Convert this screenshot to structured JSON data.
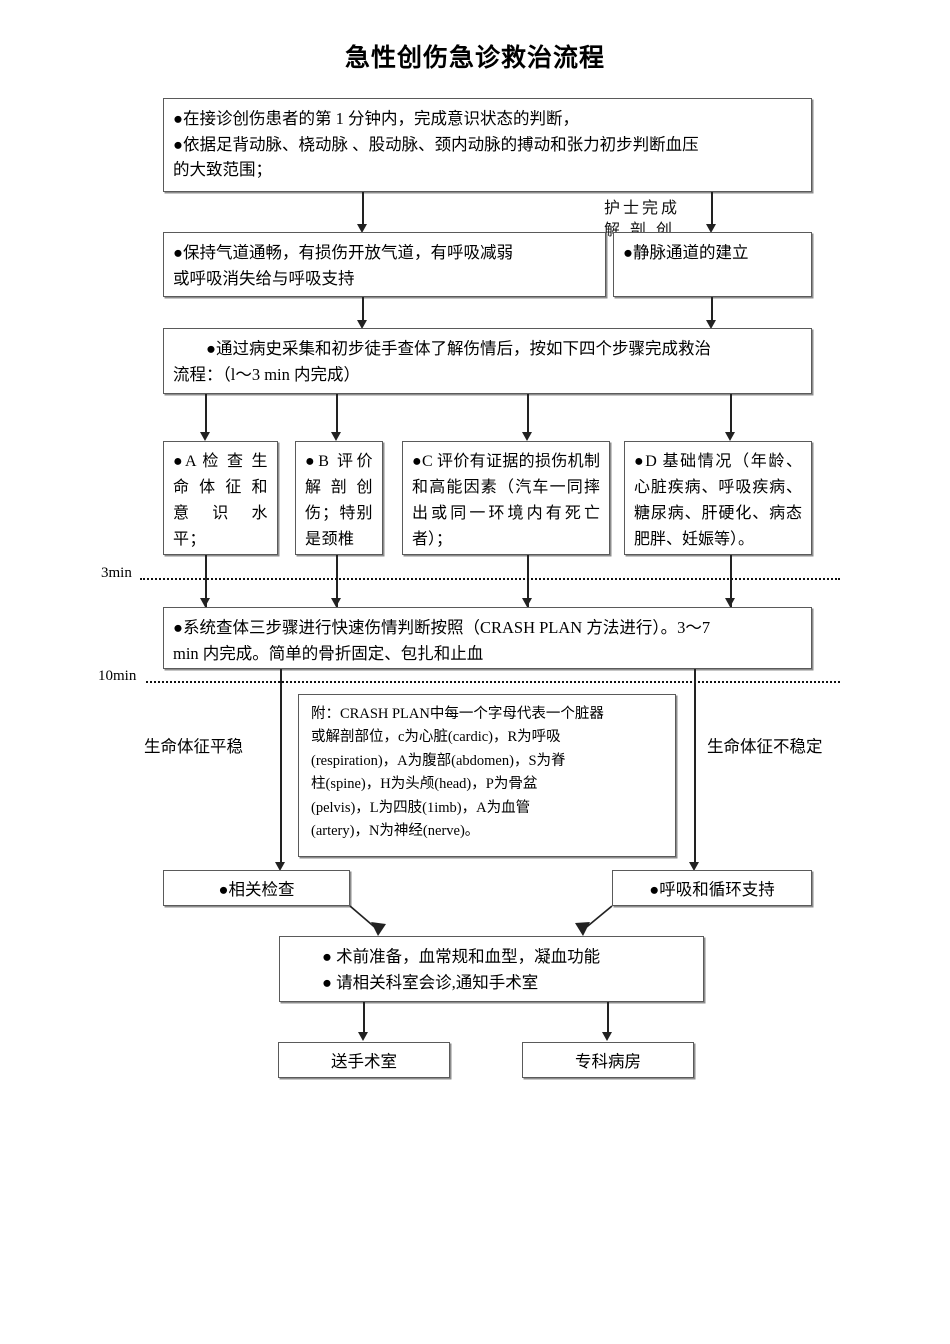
{
  "title": "急性创伤急诊救治流程",
  "boxes": {
    "initial_assessment": {
      "line1": "●在接诊创伤患者的第 1 分钟内，完成意识状态的判断，",
      "line2": "●依据足背动脉、桡动脉 、股动脉、颈内动脉的搏动和张力初步判断血压",
      "line3": "的大致范围；"
    },
    "airway": {
      "line1": "●保持气道通畅，有损伤开放气道，有呼吸减弱",
      "line2": "或呼吸消失给与呼吸支持"
    },
    "iv_access": {
      "line1": "●静脉通道的建立"
    },
    "nurse_note": {
      "line1": "护士完成",
      "line2": "解 剖 创"
    },
    "four_steps": {
      "line1": "　　●通过病史采集和初步徒手查体了解伤情后，按如下四个步骤完成救治",
      "line2": "流程：（l～3 min 内完成）"
    },
    "step_a": {
      "text": "●A 检 查 生 命 体 征 和 意 识 水 平；"
    },
    "step_b": {
      "text": "●B 评价 解 剖 创 伤；特别 是颈椎"
    },
    "step_c": {
      "text": "●C 评价有证据的损伤机制和高能因素（汽车一同摔出或同一环境内有死亡者）；"
    },
    "step_d": {
      "text": "●D 基础情况（年龄、心脏疾病、呼吸疾病、糖尿病、肝硬化、病态肥胖、妊娠等）。"
    },
    "crash_plan": {
      "line1": "●系统查体三步骤进行快速伤情判断按照（CRASH PLAN 方法进行）。3～7",
      "line2": "min 内完成。简单的骨折固定、包扎和止血"
    },
    "legend": {
      "line1": "附：CRASH PLAN中每一个字母代表一个脏器",
      "line2": "或解剖部位，c为心脏(cardic)，R为呼吸",
      "line3": "(respiration)，A为腹部(abdomen)，S为脊",
      "line4": "柱(spine)，H为头颅(head)，P为骨盆",
      "line5": "(pelvis)，L为四肢(1imb)，A为血管",
      "line6": "(artery)，N为神经(nerve)。"
    },
    "related_exam": {
      "text": "●相关检查"
    },
    "resp_circ_support": {
      "text": "●呼吸和循环支持"
    },
    "preop": {
      "line1": "●  术前准备，血常规和血型，凝血功能",
      "line2": "●  请相关科室会诊,通知手术室"
    },
    "to_or": {
      "text": "送手术室"
    },
    "to_ward": {
      "text": "专科病房"
    }
  },
  "timeline": {
    "t3": "3min",
    "t10": "10min"
  },
  "branch_labels": {
    "stable": "生命体征平稳",
    "unstable": "生命体征不稳定"
  },
  "colors": {
    "line": "#222222",
    "border": "#555555",
    "shadow": "#8d8d8d",
    "text": "#000000",
    "background": "#ffffff"
  }
}
